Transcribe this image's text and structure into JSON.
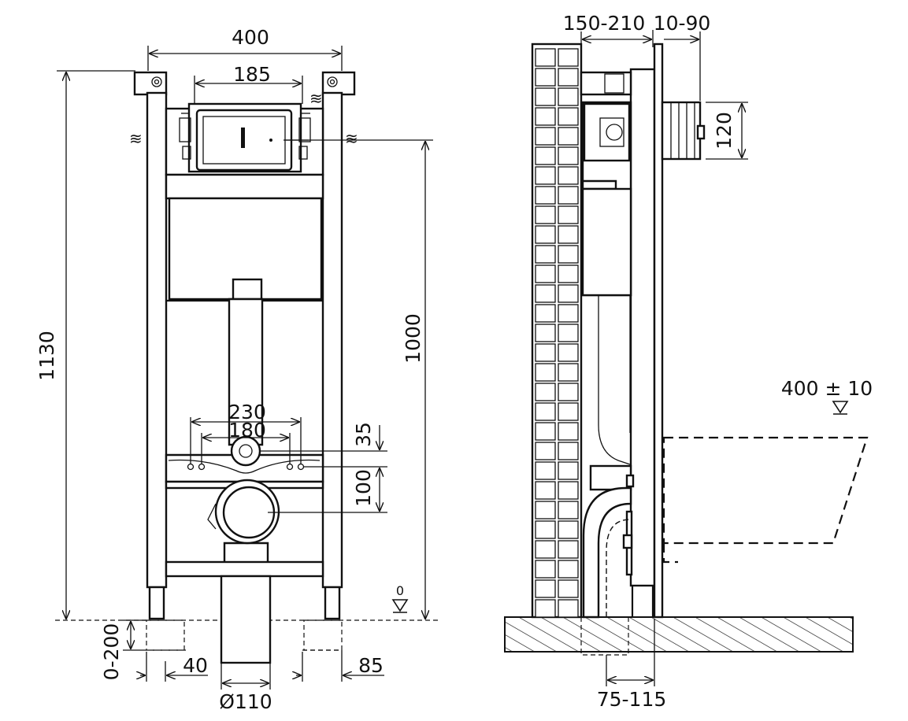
{
  "front_view": {
    "dim_width_total": "400",
    "dim_width_inner": "185",
    "dim_height_total": "1130",
    "dim_height_button": "1000",
    "dim_bolt_outer": "230",
    "dim_bolt_inner": "180",
    "dim_bolt_offset": "35",
    "dim_bolt_to_drain": "100",
    "dim_leg_range": "0-200",
    "dim_leg_offset_left": "40",
    "dim_leg_offset_right": "85",
    "dim_drain_diameter": "Ø110",
    "floor_level_label": "0"
  },
  "side_view": {
    "dim_wall_depth": "150-210",
    "dim_panel_gap": "10-90",
    "dim_inlet_height": "120",
    "dim_seat_height": "400 ± 10",
    "dim_drain_offset": "75-115"
  },
  "colors": {
    "line": "#111111",
    "background": "#ffffff"
  }
}
